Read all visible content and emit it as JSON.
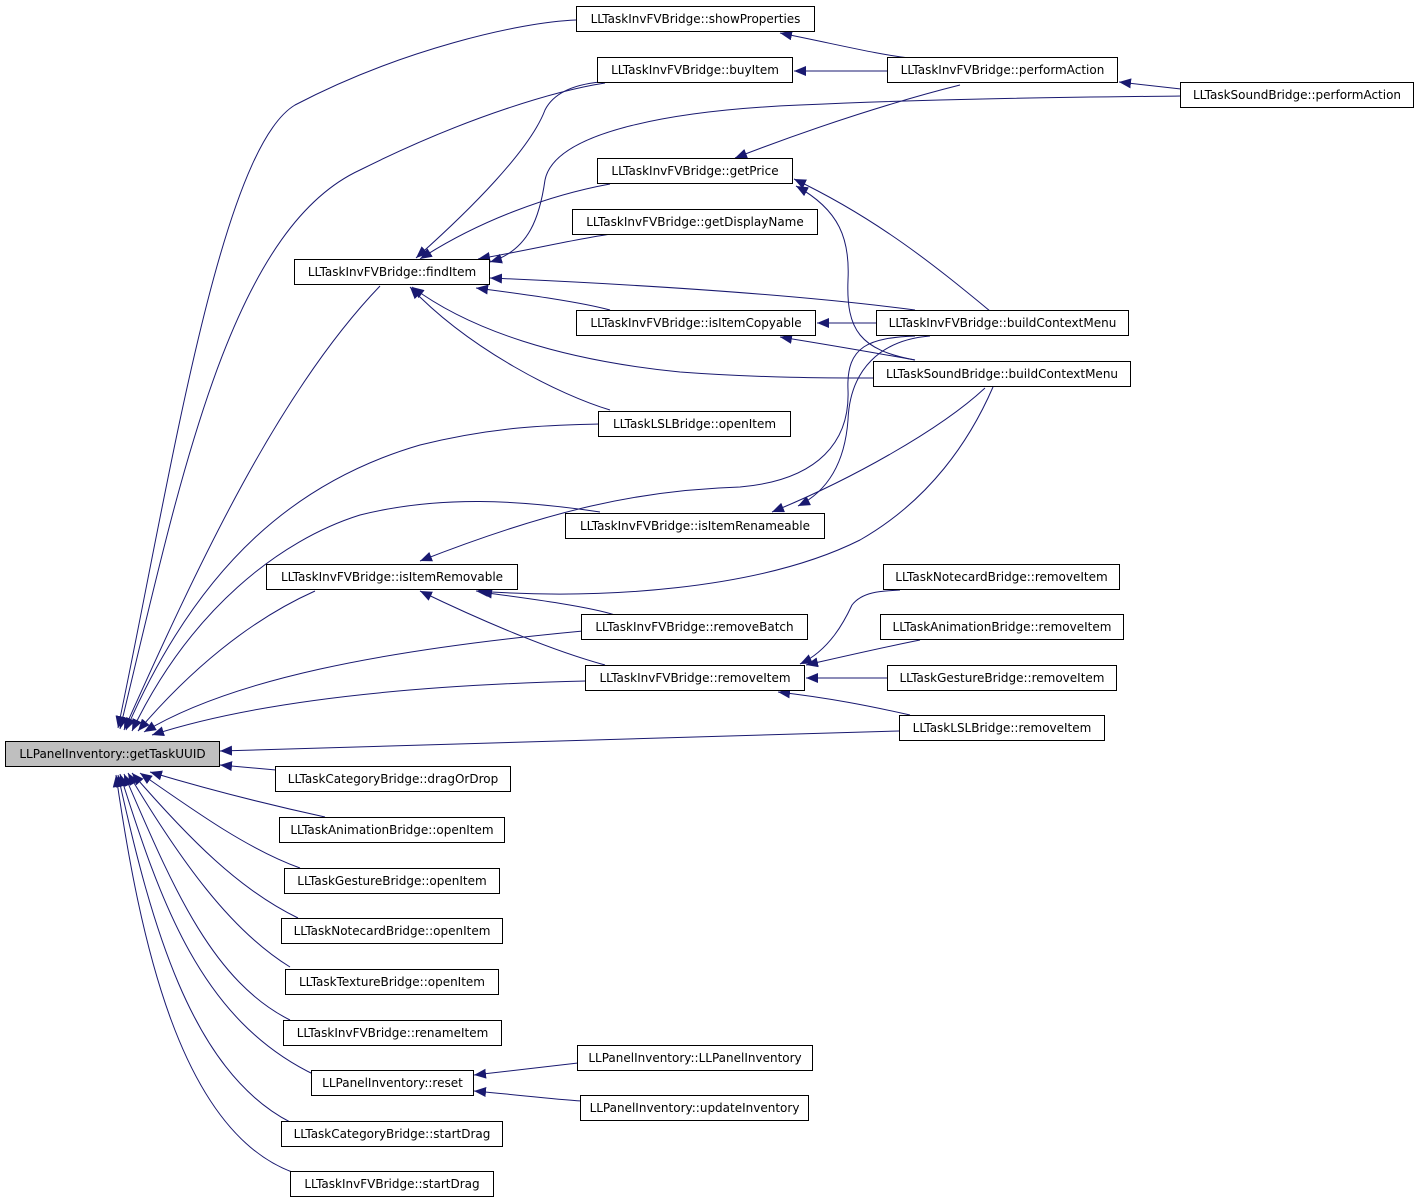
{
  "colors": {
    "edge": "#191970",
    "root_fill": "#bfbfbf",
    "node_fill": "#ffffff",
    "border": "#000000"
  },
  "nodes": {
    "root": "LLPanelInventory::getTaskUUID",
    "showProperties": "LLTaskInvFVBridge::showProperties",
    "buyItem": "LLTaskInvFVBridge::buyItem",
    "performAction": "LLTaskInvFVBridge::performAction",
    "soundPerformAction": "LLTaskSoundBridge::performAction",
    "getPrice": "LLTaskInvFVBridge::getPrice",
    "getDisplayName": "LLTaskInvFVBridge::getDisplayName",
    "findItem": "LLTaskInvFVBridge::findItem",
    "isItemCopyable": "LLTaskInvFVBridge::isItemCopyable",
    "buildContextMenu": "LLTaskInvFVBridge::buildContextMenu",
    "soundBuildContextMenu": "LLTaskSoundBridge::buildContextMenu",
    "lslOpenItem": "LLTaskLSLBridge::openItem",
    "isItemRenameable": "LLTaskInvFVBridge::isItemRenameable",
    "isItemRemovable": "LLTaskInvFVBridge::isItemRemovable",
    "notecardRemoveItem": "LLTaskNotecardBridge::removeItem",
    "removeBatch": "LLTaskInvFVBridge::removeBatch",
    "animationRemoveItem": "LLTaskAnimationBridge::removeItem",
    "removeItem": "LLTaskInvFVBridge::removeItem",
    "gestureRemoveItem": "LLTaskGestureBridge::removeItem",
    "lslRemoveItem": "LLTaskLSLBridge::removeItem",
    "categoryDragOrDrop": "LLTaskCategoryBridge::dragOrDrop",
    "animationOpenItem": "LLTaskAnimationBridge::openItem",
    "gestureOpenItem": "LLTaskGestureBridge::openItem",
    "notecardOpenItem": "LLTaskNotecardBridge::openItem",
    "textureOpenItem": "LLTaskTextureBridge::openItem",
    "renameItem": "LLTaskInvFVBridge::renameItem",
    "reset": "LLPanelInventory::reset",
    "ctor": "LLPanelInventory::LLPanelInventory",
    "updateInventory": "LLPanelInventory::updateInventory",
    "categoryStartDrag": "LLTaskCategoryBridge::startDrag",
    "startDrag": "LLTaskInvFVBridge::startDrag"
  }
}
